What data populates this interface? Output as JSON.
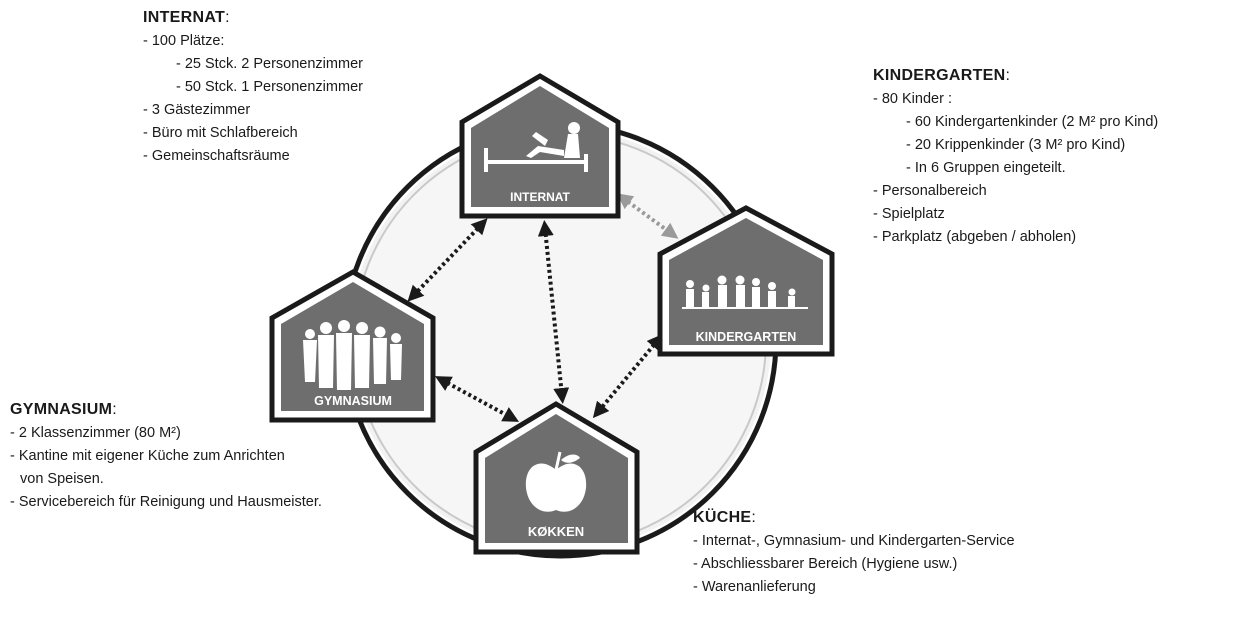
{
  "houses": {
    "internat": {
      "label": "INTERNAT"
    },
    "kindergarten": {
      "label": "KINDERGARTEN"
    },
    "gymnasium": {
      "label": "GYMNASIUM"
    },
    "kueche": {
      "label": "KØKKEN"
    }
  },
  "icons": {
    "internat": "person-reclining-on-bed-icon",
    "kindergarten": "children-and-adult-group-icon",
    "gymnasium": "student-group-silhouette-icon",
    "kueche": "apple-icon"
  },
  "colors": {
    "house_fill": "#6e6e6e",
    "house_border": "#1a1a1a",
    "ring": "#c9c9c9"
  },
  "internat": {
    "title": "INTERNAT",
    "items": [
      {
        "text": "- 100 Plätze:",
        "level": 0
      },
      {
        "text": "- 25 Stck. 2 Personenzimmer",
        "level": 1
      },
      {
        "text": "- 50 Stck. 1 Personenzimmer",
        "level": 1
      },
      {
        "text": "- 3 Gästezimmer",
        "level": 0
      },
      {
        "text": "- Büro mit Schlafbereich",
        "level": 0
      },
      {
        "text": "- Gemeinschaftsräume",
        "level": 0
      }
    ]
  },
  "kindergarten": {
    "title": "KINDERGARTEN",
    "items": [
      {
        "text": "- 80 Kinder :",
        "level": 0
      },
      {
        "text": "- 60 Kindergartenkinder (2 M² pro Kind)",
        "level": 1
      },
      {
        "text": "- 20 Krippenkinder (3 M² pro Kind)",
        "level": 1
      },
      {
        "text": "- In 6 Gruppen eingeteilt.",
        "level": 1
      },
      {
        "text": "- Personalbereich",
        "level": 0
      },
      {
        "text": "- Spielplatz",
        "level": 0
      },
      {
        "text": "- Parkplatz (abgeben / abholen)",
        "level": 0
      }
    ]
  },
  "gymnasium": {
    "title": "GYMNASIUM",
    "items": [
      {
        "text": "- 2 Klassenzimmer (80 M²)",
        "level": 0
      },
      {
        "text": "- Kantine mit eigener Küche zum Anrichten",
        "level": 0
      },
      {
        "text": "von Speisen.",
        "level": 2
      },
      {
        "text": "- Servicebereich für Reinigung und Hausmeister.",
        "level": 0
      }
    ]
  },
  "kueche": {
    "title": "KÜCHE",
    "items": [
      {
        "text": "- Internat-, Gymnasium- und Kindergarten-Service",
        "level": 0
      },
      {
        "text": "- Abschliessbarer Bereich (Hygiene usw.)",
        "level": 0
      },
      {
        "text": "- Warenanlieferung",
        "level": 0
      }
    ]
  }
}
